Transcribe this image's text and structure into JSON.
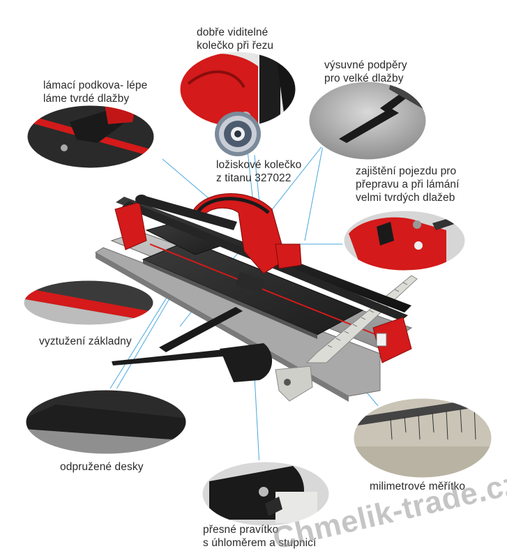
{
  "labels": {
    "wheel_visible": [
      "dobře viditelné",
      "kolečko při řezu"
    ],
    "breaking_shoe": [
      "lámací podkova- lépe",
      "láme tvrdé dlažby"
    ],
    "extension_supports": [
      "výsuvné podpěry",
      "pro velké dlažby"
    ],
    "bearing_wheel": [
      "ložiskové kolečko",
      "z titanu 327022"
    ],
    "carriage_lock": [
      "zajištění pojezdu pro",
      "přepravu a při lámání",
      "velmi tvrdých dlažeb"
    ],
    "reinforced_base": [
      "vyztužení základny"
    ],
    "sprung_plates": [
      "odpružené desky"
    ],
    "millimeter_scale": [
      "milimetrové měřítko"
    ],
    "precise_ruler": [
      "přesné pravítko",
      "s úhloměrem a stupnicí"
    ]
  },
  "watermark": "Chmelik-trade.cz",
  "accent_color": "#d41a1a",
  "callout_line_color": "#4aa8e0"
}
